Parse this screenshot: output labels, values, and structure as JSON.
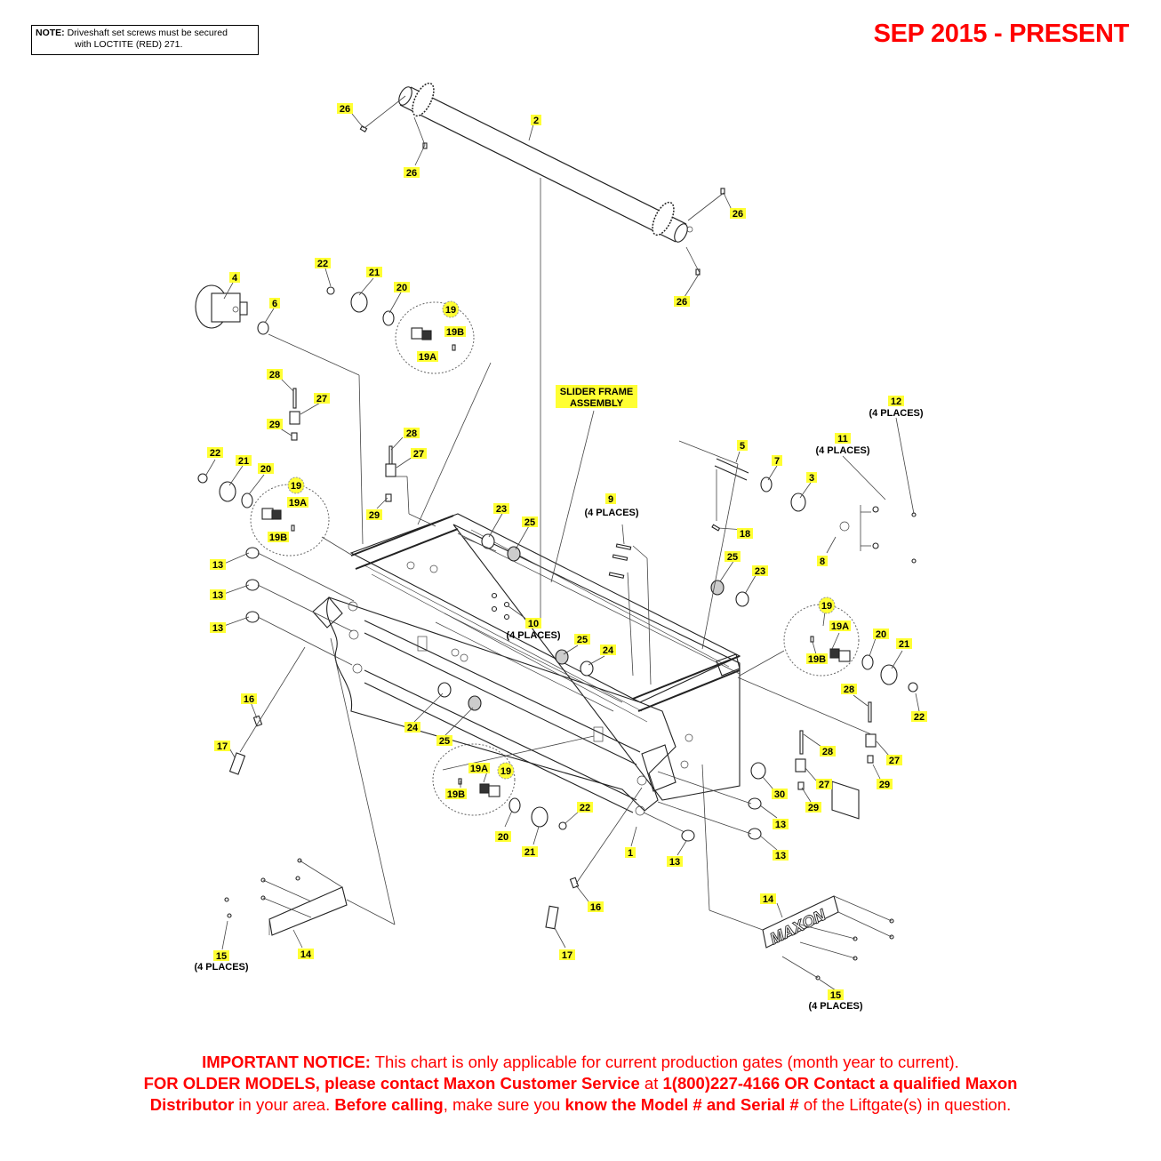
{
  "note": {
    "label": "NOTE:",
    "line1": "Driveshaft set screws must be secured",
    "line2": "with LOCTITE (RED) 271."
  },
  "date_range": "SEP 2015 - PRESENT",
  "assembly_label": {
    "line1": "SLIDER FRAME",
    "line2": "ASSEMBLY"
  },
  "brand_plate": "MAXON",
  "callouts": [
    "1",
    "2",
    "3",
    "4",
    "5",
    "6",
    "7",
    "8",
    "9",
    "10",
    "11",
    "12",
    "13",
    "14",
    "15",
    "16",
    "17",
    "18",
    "19",
    "19A",
    "19B",
    "20",
    "21",
    "22",
    "23",
    "24",
    "25",
    "26",
    "27",
    "28",
    "29",
    "30"
  ],
  "places_note": "(4 PLACES)",
  "notice": {
    "p1_bold": "IMPORTANT NOTICE:",
    "p1": " This chart is only applicable for current production gates (month year to current).",
    "p2_bold": "FOR OLDER MODELS, please contact Maxon Customer Service",
    "p2_mid": " at ",
    "p2_bold2": "1(800)227-4166 OR Contact a qualified Maxon Distributor",
    "p2_mid2": " in your area. ",
    "p2_bold3": "Before calling",
    "p2_mid3": ", make sure you ",
    "p2_bold4": "know the Model # and Serial #",
    "p2_end": " of the Liftgate(s) in question."
  },
  "colors": {
    "accent": "#ff0000",
    "highlight": "#ffff33"
  }
}
